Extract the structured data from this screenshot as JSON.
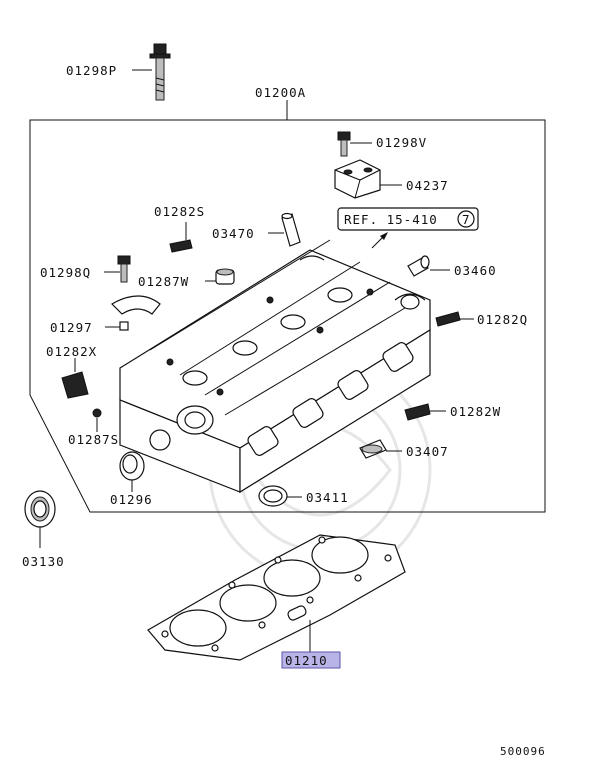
{
  "labels": {
    "p01298P": "01298P",
    "p01200A": "01200A",
    "p01298V": "01298V",
    "p04237": "04237",
    "ref_prefix": "REF. 15-410",
    "ref_circle": "7",
    "p01282S_top": "01282S",
    "p03470": "03470",
    "p03460": "03460",
    "p01298Q": "01298Q",
    "p01287W": "01287W",
    "p01297": "01297",
    "p01282Q": "01282Q",
    "p01282X": "01282X",
    "p01282W": "01282W",
    "p01287S": "01287S",
    "p03407": "03407",
    "p01296": "01296",
    "p03411": "03411",
    "p03130": "03130",
    "p01210": "01210",
    "diagram_id": "500096"
  },
  "colors": {
    "highlight": "#b9b4e8",
    "ink": "#111111"
  }
}
